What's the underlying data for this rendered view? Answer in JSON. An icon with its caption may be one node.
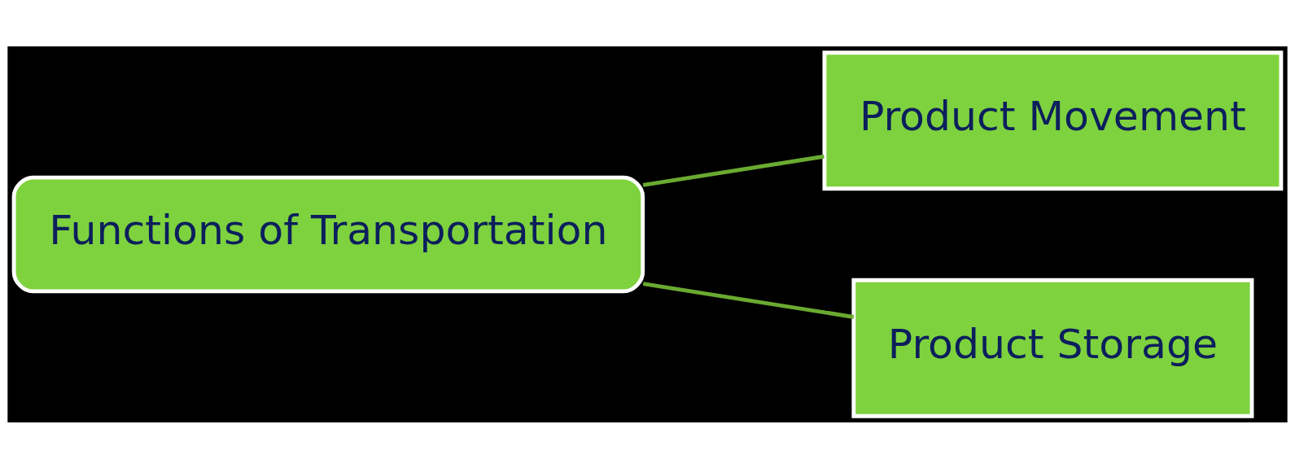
{
  "diagram": {
    "nodes": [
      {
        "text": [
          "Functions of Transportation"
        ]
      },
      {
        "text": [
          "Product Movement"
        ]
      },
      {
        "text": [
          "Product Storage"
        ]
      }
    ],
    "edges": [
      {
        "from": 0,
        "to": 1,
        "arrow": "none"
      },
      {
        "from": 0,
        "to": 2,
        "arrow": "none"
      }
    ]
  }
}
